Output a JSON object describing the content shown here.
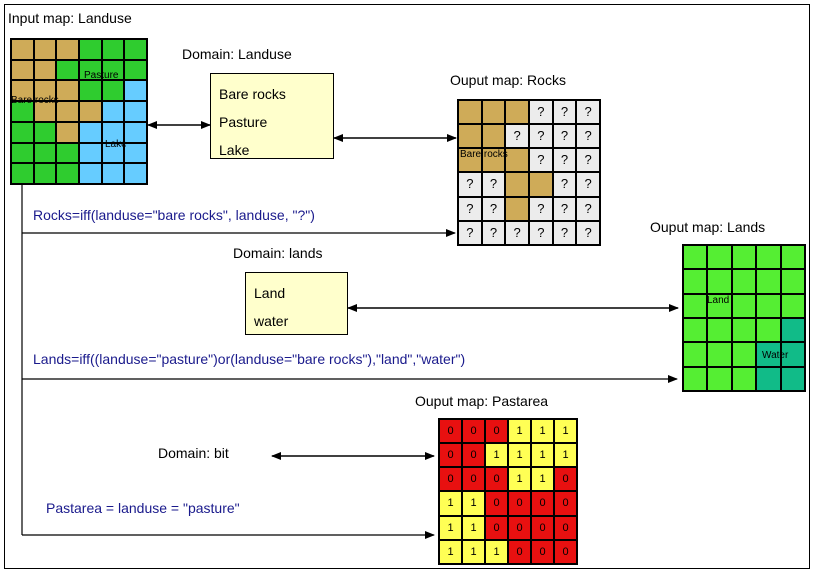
{
  "colors": {
    "bare_rocks": "#cfab58",
    "pasture": "#2fcc2f",
    "lake": "#66ccff",
    "unknown": "#ececec",
    "land": "#55ee33",
    "water": "#11bb88",
    "bit_zero": "#e81010",
    "bit_one": "#ffff55",
    "domain_box": "#ffffcc",
    "formula_text": "#1a1a8c"
  },
  "input_map": {
    "title": "Input map: Landuse",
    "labels": {
      "pasture": "Pasture",
      "bare_rocks": "Bare rocks",
      "lake": "Lake"
    },
    "cells": [
      [
        "bare_rocks",
        "bare_rocks",
        "bare_rocks",
        "pasture",
        "pasture",
        "pasture"
      ],
      [
        "bare_rocks",
        "bare_rocks",
        "pasture",
        "pasture",
        "pasture",
        "pasture"
      ],
      [
        "bare_rocks",
        "bare_rocks",
        "bare_rocks",
        "pasture",
        "pasture",
        "lake"
      ],
      [
        "pasture",
        "bare_rocks",
        "bare_rocks",
        "bare_rocks",
        "lake",
        "lake"
      ],
      [
        "pasture",
        "pasture",
        "bare_rocks",
        "lake",
        "lake",
        "lake"
      ],
      [
        "pasture",
        "pasture",
        "pasture",
        "lake",
        "lake",
        "lake"
      ],
      [
        "pasture",
        "pasture",
        "pasture",
        "lake",
        "lake",
        "lake"
      ]
    ]
  },
  "domain_landuse": {
    "title": "Domain: Landuse",
    "items": [
      "Bare rocks",
      "Pasture",
      "Lake"
    ]
  },
  "output_rocks": {
    "title": "Ouput map: Rocks",
    "label": "Bare rocks",
    "cells": [
      [
        "B",
        "B",
        "B",
        "?",
        "?",
        "?"
      ],
      [
        "B",
        "B",
        "?",
        "?",
        "?",
        "?"
      ],
      [
        "B",
        "B",
        "B",
        "?",
        "?",
        "?"
      ],
      [
        "?",
        "?",
        "B",
        "B",
        "?",
        "?"
      ],
      [
        "?",
        "?",
        "B",
        "?",
        "?",
        "?"
      ],
      [
        "?",
        "?",
        "?",
        "?",
        "?",
        "?"
      ]
    ]
  },
  "formula_rocks": "Rocks=iff(landuse=\"bare rocks\", landuse, \"?\")",
  "domain_lands": {
    "title": "Domain: lands",
    "items": [
      "Land",
      "water"
    ]
  },
  "output_lands": {
    "title": "Ouput map: Lands",
    "labels": {
      "land": "Land",
      "water": "Water"
    },
    "cells": [
      [
        "L",
        "L",
        "L",
        "L",
        "L"
      ],
      [
        "L",
        "L",
        "L",
        "L",
        "L"
      ],
      [
        "L",
        "L",
        "L",
        "L",
        "L"
      ],
      [
        "L",
        "L",
        "L",
        "L",
        "W"
      ],
      [
        "L",
        "L",
        "L",
        "W",
        "W"
      ],
      [
        "L",
        "L",
        "L",
        "W",
        "W"
      ]
    ]
  },
  "formula_lands": "Lands=iff((landuse=\"pasture\")or(landuse=\"bare rocks\"),\"land\",\"water\")",
  "domain_bit": {
    "title": "Domain: bit"
  },
  "output_pastarea": {
    "title": "Ouput map: Pastarea",
    "cells": [
      [
        "0",
        "0",
        "0",
        "1",
        "1",
        "1"
      ],
      [
        "0",
        "0",
        "1",
        "1",
        "1",
        "1"
      ],
      [
        "0",
        "0",
        "0",
        "1",
        "1",
        "0"
      ],
      [
        "1",
        "1",
        "0",
        "0",
        "0",
        "0"
      ],
      [
        "1",
        "1",
        "0",
        "0",
        "0",
        "0"
      ],
      [
        "1",
        "1",
        "1",
        "0",
        "0",
        "0"
      ]
    ]
  },
  "formula_pastarea": "Pastarea = landuse = \"pasture\""
}
